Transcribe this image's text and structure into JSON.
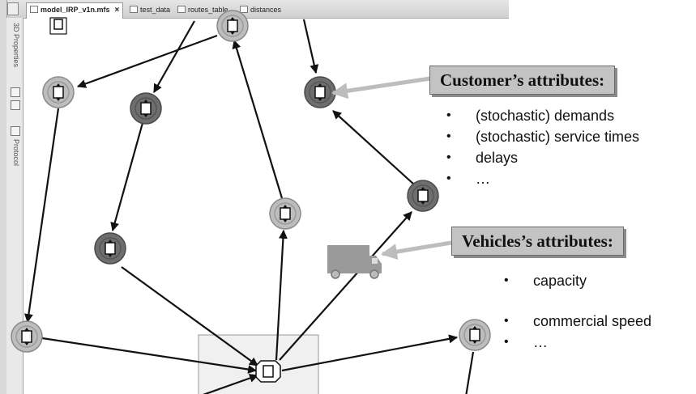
{
  "tabs": [
    {
      "label": "model_IRP_v1n.mfs",
      "active": true,
      "close": "×"
    },
    {
      "label": "test_data"
    },
    {
      "label": "routes_table"
    },
    {
      "label": "distances"
    }
  ],
  "side_panel": {
    "labels": [
      "3D Properties",
      "Protocol"
    ]
  },
  "callouts": {
    "customer": {
      "title": "Customer’s attributes:",
      "items": [
        "(stochastic) demands",
        "(stochastic) service times",
        "delays",
        "…"
      ]
    },
    "vehicle": {
      "title": "Vehicles’s attributes:",
      "items": [
        "capacity",
        "commercial speed",
        "…"
      ]
    }
  },
  "colors": {
    "node_light": "#bdbdbd",
    "node_dark": "#6e6e6e",
    "truck": "#9a9a9a",
    "callout_bg": "#c3c3c3",
    "arrow_callout": "#bdbdbd"
  },
  "icons": [
    "node-icon",
    "truck-icon",
    "depot-icon"
  ]
}
